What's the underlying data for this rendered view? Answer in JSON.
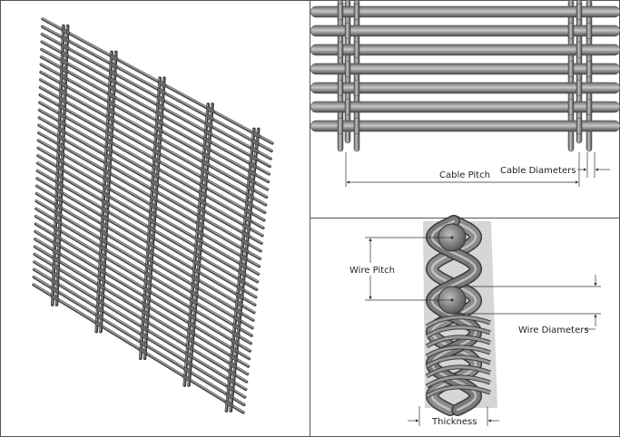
{
  "labels": {
    "cable_pitch": "Cable Pitch",
    "cable_diameters": "Cable Diameters",
    "wire_pitch": "Wire Pitch",
    "wire_diameters": "Wire Diameters",
    "thickness": "Thickness"
  },
  "colors": {
    "rod_dark": "#4f4f4f",
    "rod_mid": "#7d7d7d",
    "rod_light": "#b5b5b5",
    "frame": "#555555",
    "dimension_line": "#333333"
  }
}
